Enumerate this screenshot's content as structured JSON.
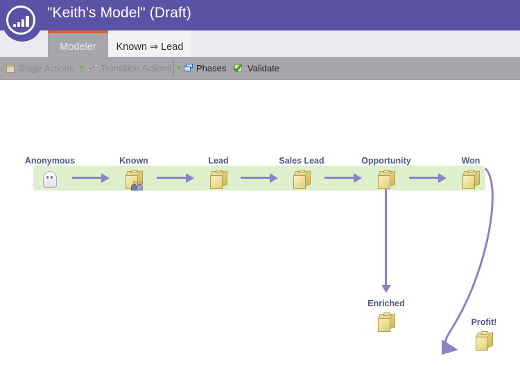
{
  "header": {
    "title": "\"Keith's Model\" (Draft)",
    "logo_icon": "bar-chart-circle-icon",
    "bg_color": "#5b51a5"
  },
  "tabs": [
    {
      "label": "Modeler",
      "active": false,
      "accent_color": "#e2622a"
    },
    {
      "label": "Known ⇒ Lead",
      "active": true
    }
  ],
  "toolbar": {
    "bg_color": "#a9a6ab",
    "items": [
      {
        "label": "Stage Actions",
        "icon": "box-icon",
        "enabled": false,
        "has_caret": true
      },
      {
        "label": "Transition Actions",
        "icon": "transition-icon",
        "enabled": false,
        "has_caret": true
      },
      {
        "label": "Phases",
        "icon": "phases-icon",
        "enabled": true,
        "has_caret": false
      },
      {
        "label": "Validate",
        "icon": "check-icon",
        "enabled": true,
        "has_caret": false
      }
    ]
  },
  "diagram": {
    "band_color": "#ddf0cb",
    "arrow_color": "#8b82c4",
    "label_color": "#4c5682",
    "main_stages": [
      {
        "label": "Anonymous",
        "icon": "ghost-icon"
      },
      {
        "label": "Known",
        "icon": "box-people-icon"
      },
      {
        "label": "Lead",
        "icon": "box-icon"
      },
      {
        "label": "Sales Lead",
        "icon": "box-icon"
      },
      {
        "label": "Opportunity",
        "icon": "box-icon"
      },
      {
        "label": "Won",
        "icon": "box-icon"
      }
    ],
    "branch_stages": [
      {
        "label": "Enriched",
        "icon": "box-icon"
      },
      {
        "label": "Profit!",
        "icon": "box-icon"
      }
    ]
  }
}
